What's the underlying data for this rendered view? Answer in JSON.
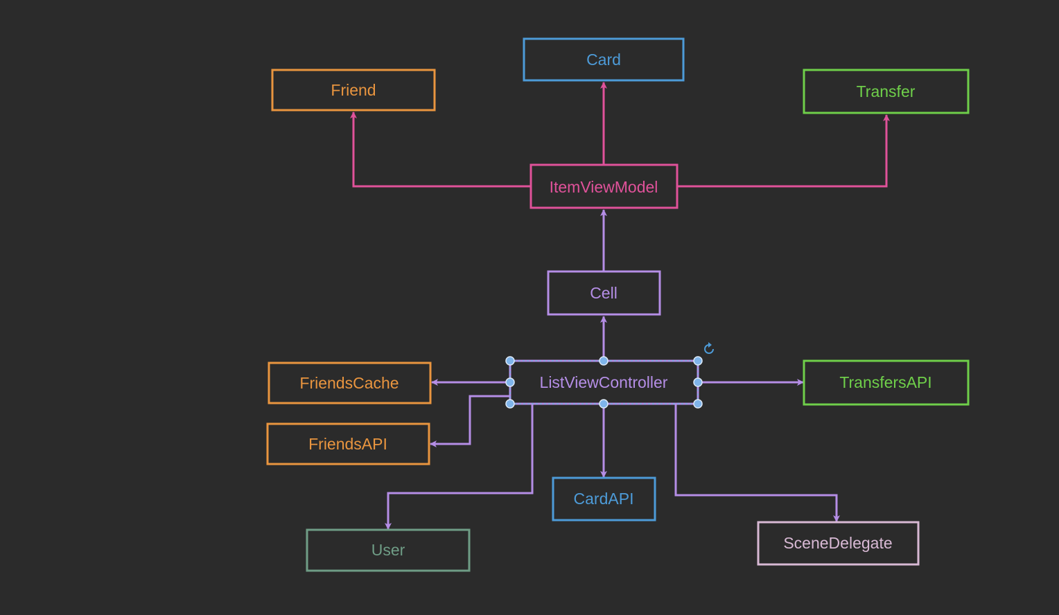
{
  "colors": {
    "background": "#2b2b2b",
    "orange": "#e9953f",
    "blue": "#4d9bd8",
    "green": "#6fcf4a",
    "pink": "#e0529a",
    "purple": "#b58ee6",
    "teal": "#6f9d86",
    "light_pink": "#d8b9d4",
    "selection": "#7fb4ea"
  },
  "diagram": {
    "nodes": {
      "friend": "Friend",
      "card": "Card",
      "transfer": "Transfer",
      "item_view_model": "ItemViewModel",
      "cell": "Cell",
      "list_view_controller": "ListViewController",
      "friends_cache": "FriendsCache",
      "friends_api": "FriendsAPI",
      "transfers_api": "TransfersAPI",
      "card_api": "CardAPI",
      "user": "User",
      "scene_delegate": "SceneDelegate"
    },
    "edges": [
      {
        "from": "ItemViewModel",
        "to": "Friend"
      },
      {
        "from": "ItemViewModel",
        "to": "Card"
      },
      {
        "from": "ItemViewModel",
        "to": "Transfer"
      },
      {
        "from": "Cell",
        "to": "ItemViewModel"
      },
      {
        "from": "ListViewController",
        "to": "Cell"
      },
      {
        "from": "ListViewController",
        "to": "FriendsCache"
      },
      {
        "from": "ListViewController",
        "to": "FriendsAPI"
      },
      {
        "from": "ListViewController",
        "to": "TransfersAPI"
      },
      {
        "from": "ListViewController",
        "to": "CardAPI"
      },
      {
        "from": "ListViewController",
        "to": "User"
      },
      {
        "from": "ListViewController",
        "to": "SceneDelegate"
      }
    ],
    "selected_node": "ListViewController",
    "rotate_handle_icon": "rotate-icon"
  }
}
